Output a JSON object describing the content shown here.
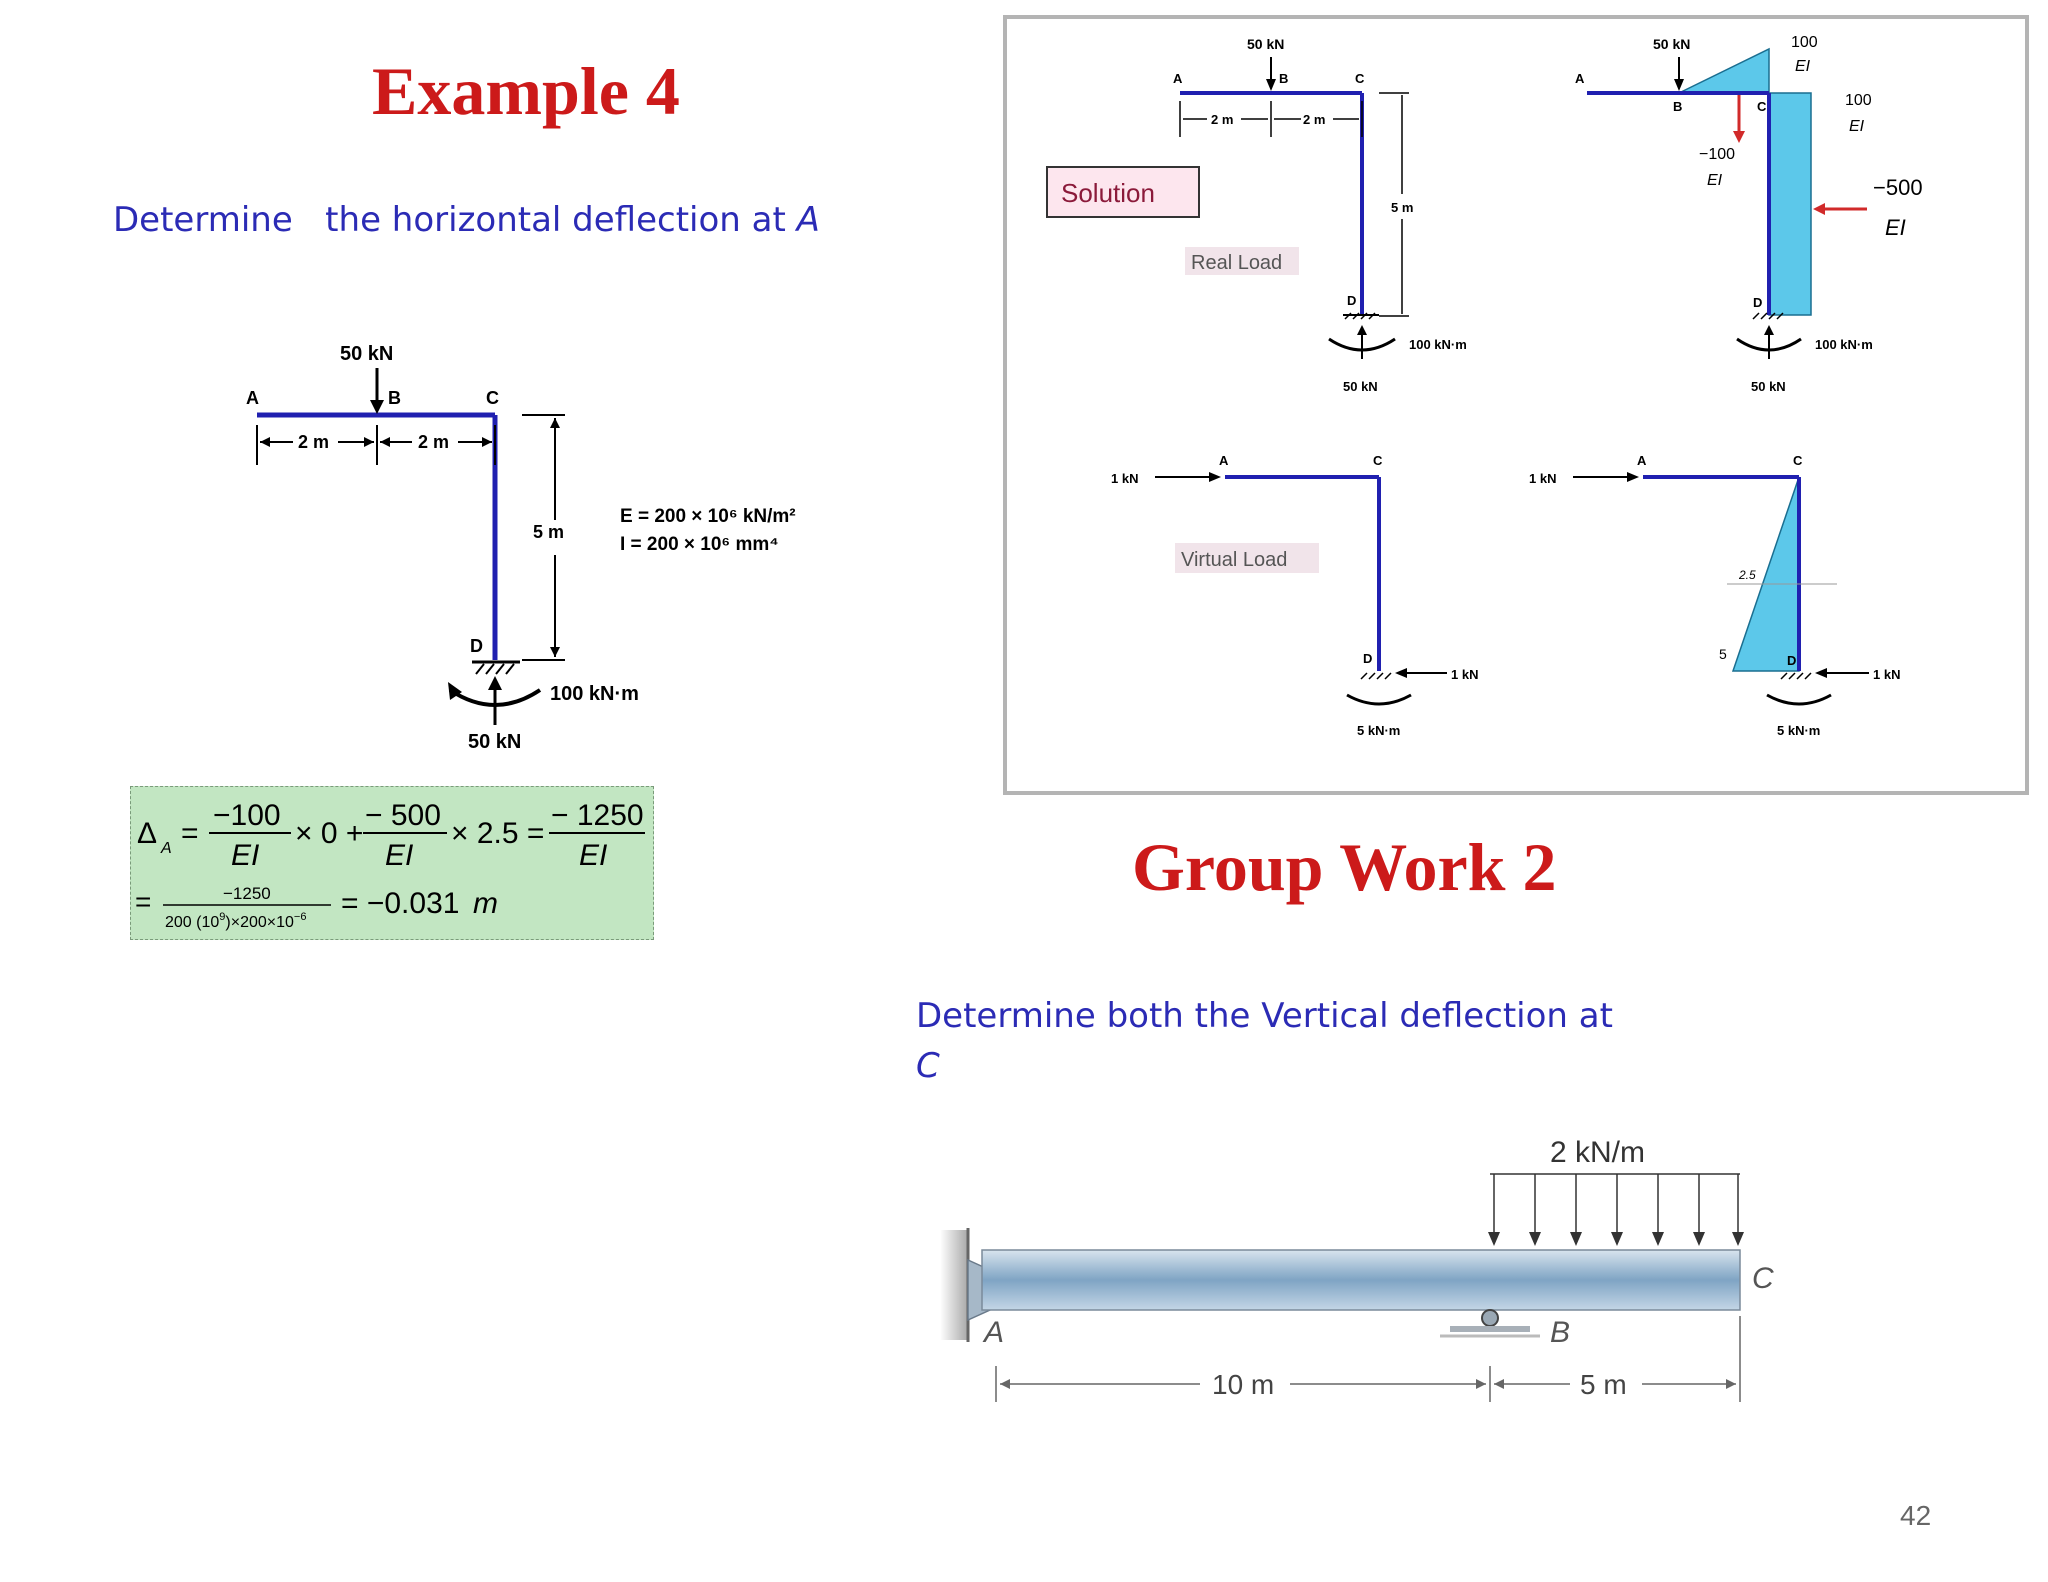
{
  "example": {
    "title": "Example 4",
    "prompt_prefix": "Determine   the horizontal deflection at ",
    "prompt_point": "A"
  },
  "frame_diagram": {
    "load_label": "50 kN",
    "point_a": "A",
    "point_b": "B",
    "point_c": "C",
    "point_d": "D",
    "dim_ab": "2 m",
    "dim_bc": "2 m",
    "dim_cd": "5 m",
    "modulus": "E = 200 × 10⁶ kN/m²",
    "inertia": "I = 200 × 10⁶ mm⁴",
    "reaction_moment": "100 kN·m",
    "reaction_force": "50 kN"
  },
  "formula": {
    "delta": "Δ",
    "sub_a": "A",
    "eq": "=",
    "n1": "−100",
    "d1": "EI",
    "m1": "× 0 +",
    "n2": "− 500",
    "d2": "EI",
    "m2": "× 2.5 =",
    "n3": "− 1250",
    "d3": "EI",
    "line2_eq": "=",
    "frac_num": "−1250",
    "frac_den_a": "200 (10",
    "frac_den_exp": "9",
    "frac_den_b": ")×200×10",
    "frac_den_exp2": "−6",
    "result": "= −0.031",
    "unit": "m"
  },
  "solution": {
    "label": "Solution",
    "real_load": "Real Load",
    "virtual_load": "Virtual Load",
    "load_50": "50 kN",
    "dim_2m": "2 m",
    "dim_5m": "5 m",
    "point_a": "A",
    "point_b": "B",
    "point_c": "C",
    "point_d": "D",
    "moment_100": "100 kN·m",
    "force_50": "50 kN",
    "m100_num": "100",
    "m100_den": "EI",
    "m_neg100_num": "−100",
    "m_neg100_den": "EI",
    "m_neg500_num": "−500",
    "m_neg500_den": "EI",
    "unit_load": "1 kN",
    "moment_5": "5 kN·m",
    "val_25": "2.5",
    "val_5": "5"
  },
  "group_work": {
    "title": "Group Work 2",
    "prompt_line1": "Determine  both the Vertical deflection at",
    "prompt_line2": "C"
  },
  "beam": {
    "load": "2 kN/m",
    "point_a": "A",
    "point_b": "B",
    "point_c": "C",
    "span_ab": "10 m",
    "span_bc": "5 m"
  },
  "page": {
    "number": "42"
  }
}
